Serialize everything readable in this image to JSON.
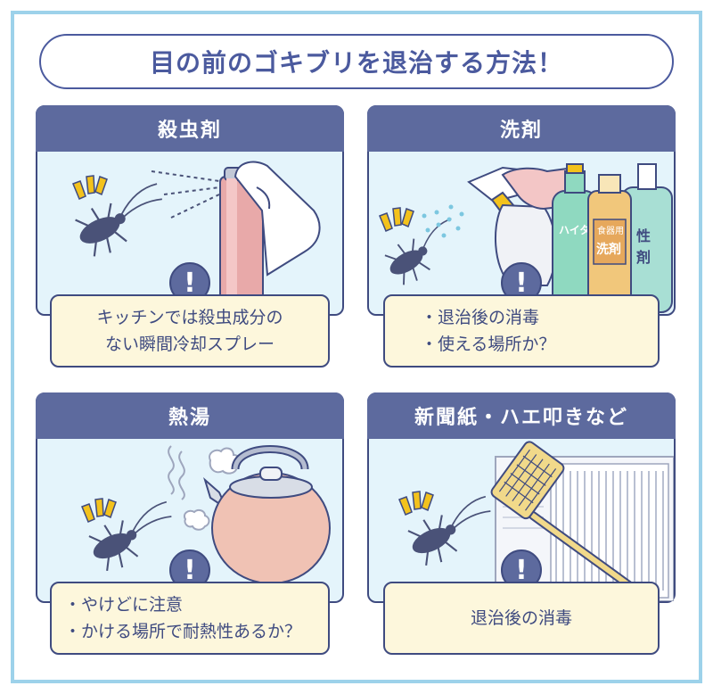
{
  "title": "目の前のゴキブリを退治する方法！",
  "panels": [
    {
      "header": "殺虫剤",
      "note_lines": [
        "キッチンでは殺虫成分の",
        "ない瞬間冷却スプレー"
      ]
    },
    {
      "header": "洗剤",
      "note_lines": [
        "・退治後の消毒",
        "・使える場所か？"
      ],
      "bottle_labels": [
        "ハイター",
        "食器用",
        "洗剤",
        "性",
        "剤"
      ]
    },
    {
      "header": "熱湯",
      "note_lines": [
        "・やけどに注意",
        "・かける場所で耐熱性あるか？"
      ]
    },
    {
      "header": "新聞紙・ハエ叩きなど",
      "note_lines": [
        "退治後の消毒"
      ]
    }
  ],
  "alert_glyph": "!",
  "colors": {
    "frame": "#9dd2ea",
    "header": "#5d6a9e",
    "outline": "#3f4b80",
    "panel_bg": "#e4f4fb",
    "note_bg": "#fdf7dc",
    "accent_yellow": "#f3c21c"
  }
}
